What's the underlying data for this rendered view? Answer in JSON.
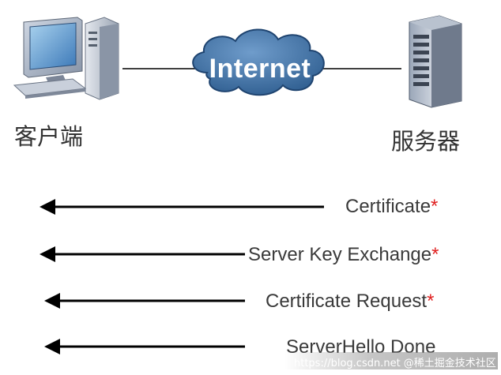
{
  "client": {
    "label": "客户端",
    "icon": "desktop-computer-icon"
  },
  "server": {
    "label": "服务器",
    "icon": "server-tower-icon"
  },
  "network": {
    "label": "Internet",
    "icon": "cloud-icon",
    "cloud_color": "#3e6fa1"
  },
  "messages": [
    {
      "text": "Certificate",
      "optional_mark": "*"
    },
    {
      "text": "Server Key Exchange",
      "optional_mark": "*"
    },
    {
      "text": "Certificate Request",
      "optional_mark": "*"
    },
    {
      "text": "ServerHello Done",
      "optional_mark": ""
    }
  ],
  "watermark": {
    "text": "https://blog.csdn.net  @稀土掘金技术社区"
  },
  "colors": {
    "arrow": "#000000",
    "optional_mark": "#e02020",
    "text": "#3a3a3a"
  }
}
